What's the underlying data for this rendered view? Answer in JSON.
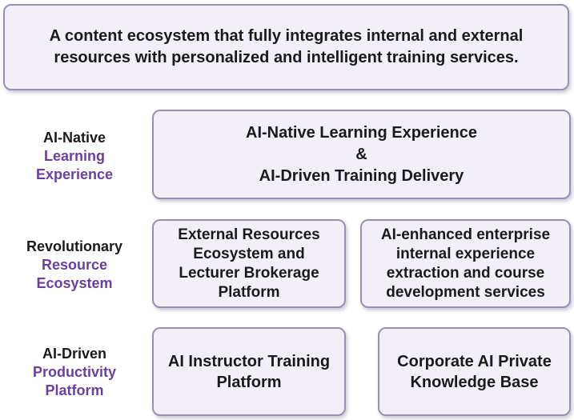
{
  "top": {
    "line1": "A content ecosystem that fully integrates internal and external",
    "line2": "resources with personalized and intelligent training services."
  },
  "rows": [
    {
      "label": [
        "AI-Native",
        "Learning",
        "Experience"
      ],
      "boxes": [
        [
          "AI-Native Learning Experience",
          "&",
          "AI-Driven Training Delivery"
        ]
      ]
    },
    {
      "label": [
        "Revolutionary",
        "Resource",
        "Ecosystem"
      ],
      "boxes": [
        [
          "External Resources",
          "Ecosystem and",
          "Lecturer Brokerage",
          "Platform"
        ],
        [
          "AI-enhanced enterprise",
          "internal experience",
          "extraction and course",
          "development services"
        ]
      ]
    },
    {
      "label": [
        "AI-Driven",
        "Productivity",
        "Platform"
      ],
      "boxes": [
        [
          "AI Instructor Training",
          "Platform"
        ],
        [
          "Corporate AI Private",
          "Knowledge Base"
        ]
      ]
    }
  ],
  "colors": {
    "box_fill": "#f3eff9",
    "box_border": "#9a8fb3",
    "label_accent": "#6b3fa0",
    "text": "#1a1a1a"
  }
}
